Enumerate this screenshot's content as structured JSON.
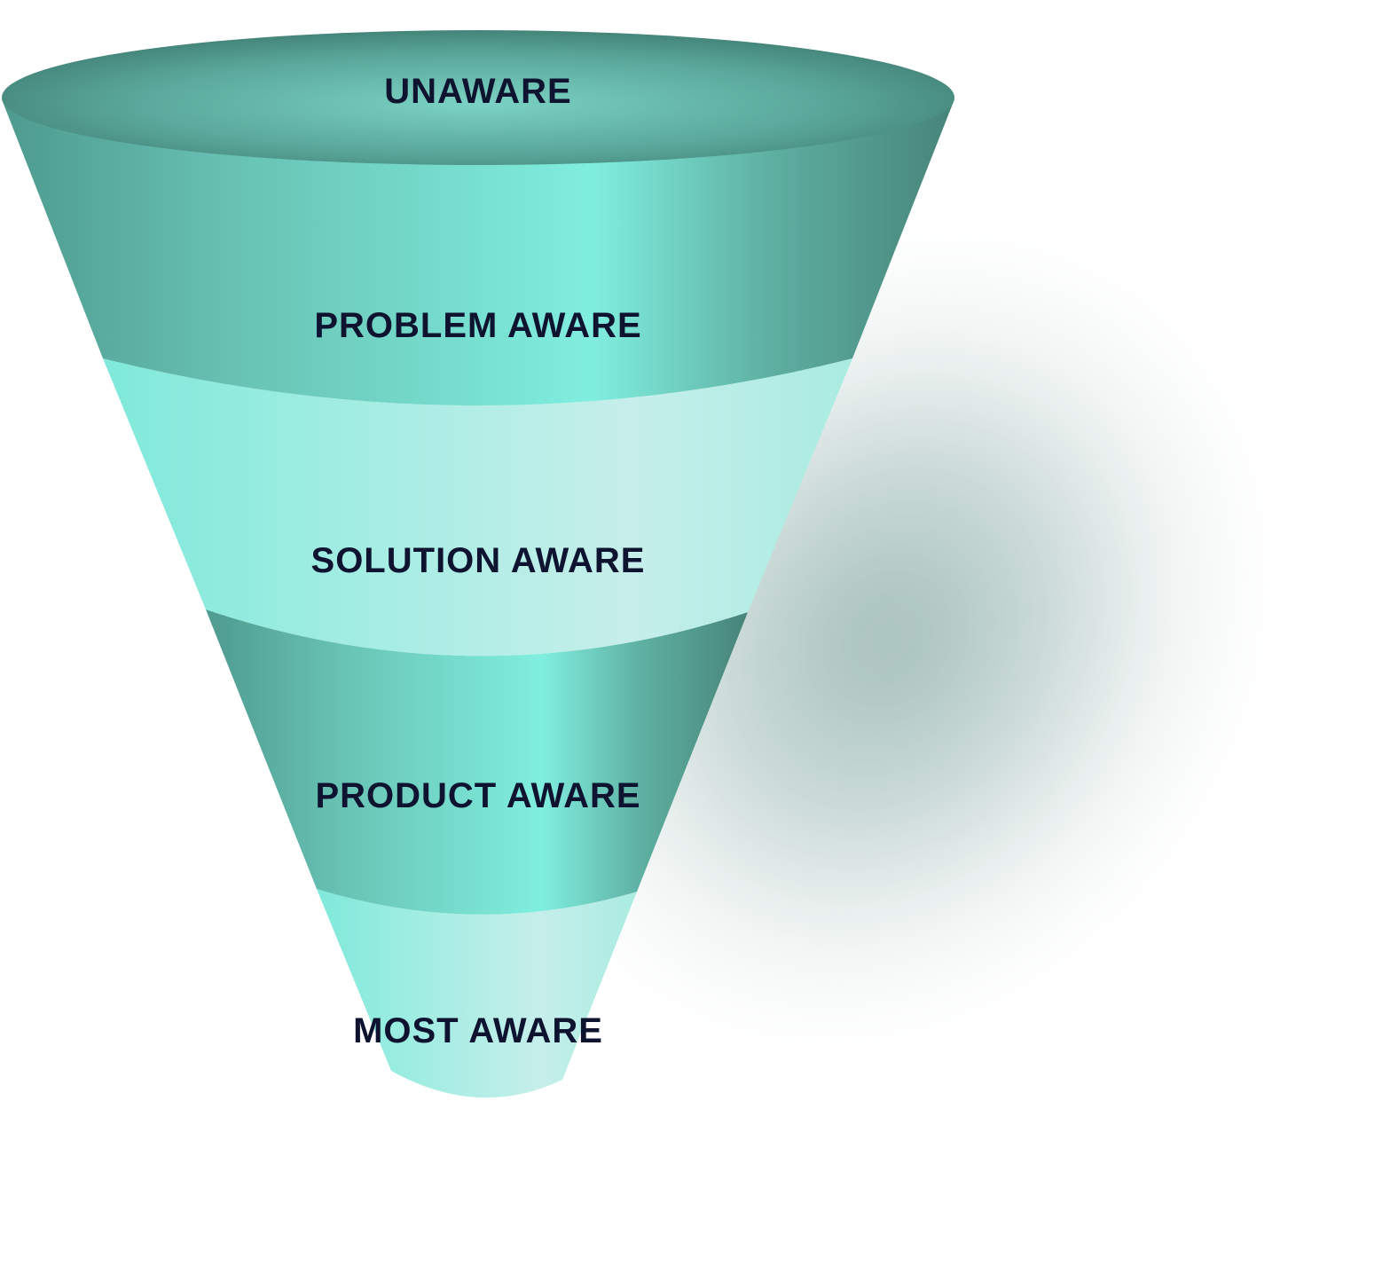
{
  "diagram": {
    "type": "funnel",
    "stages": [
      {
        "label": "UNAWARE",
        "color": "#5fb3a6"
      },
      {
        "label": "PROBLEM AWARE",
        "color": "#6fcfbf"
      },
      {
        "label": "SOLUTION AWARE",
        "color": "#a8ede3"
      },
      {
        "label": "PRODUCT AWARE",
        "color": "#6fcfbf"
      },
      {
        "label": "MOST AWARE",
        "color": "#b4ece5"
      }
    ],
    "colors": {
      "dark_teal": "#47847a",
      "mid_teal": "#6bc6b7",
      "bright_teal": "#80eedf",
      "pale_teal": "#c4ece7",
      "label_text": "#0e1330",
      "shadow": "#8fb0aa"
    }
  }
}
